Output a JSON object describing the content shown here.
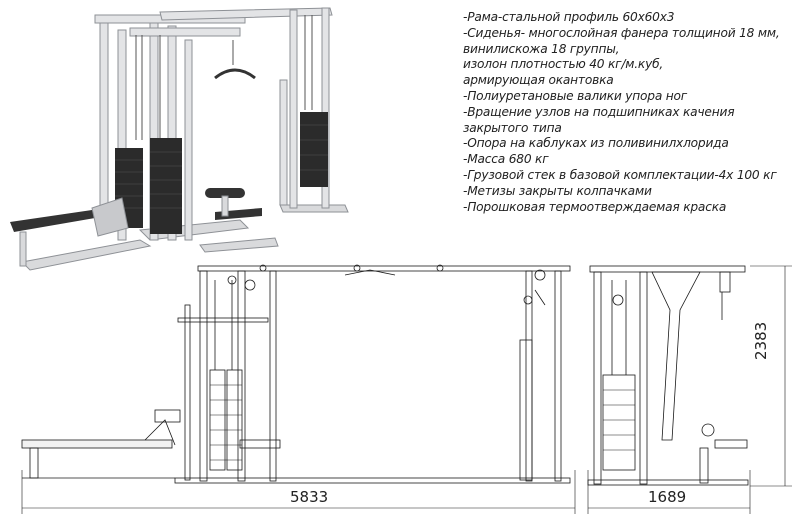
{
  "specs": [
    "-Рама-стальной профиль 60х60х3",
    "-Сиденья- многослойная фанера толщиной 18 мм,",
    "винилискожа 18 группы,",
    "изолон плотностью 40 кг/м.куб,",
    "армирующая окантовка",
    "-Полиуретановые валики упора ног",
    "-Вращение узлов на подшипниках качения",
    "закрытого типа",
    "-Опора на каблуках из поливинилхлорида",
    "-Масса 680 кг",
    "-Грузовой стек в базовой комплектации-4х 100 кг",
    "-Метизы закрыты колпачками",
    "-Порошковая термоотверждаемая краска"
  ],
  "dimensions": {
    "width": "5833",
    "depth": "1689",
    "height": "2383"
  },
  "colors": {
    "frame": "#d9dadc",
    "frame_dark": "#8e9196",
    "weights": "#2b2b2b",
    "pad": "#333333",
    "line": "#1a1a1a"
  }
}
